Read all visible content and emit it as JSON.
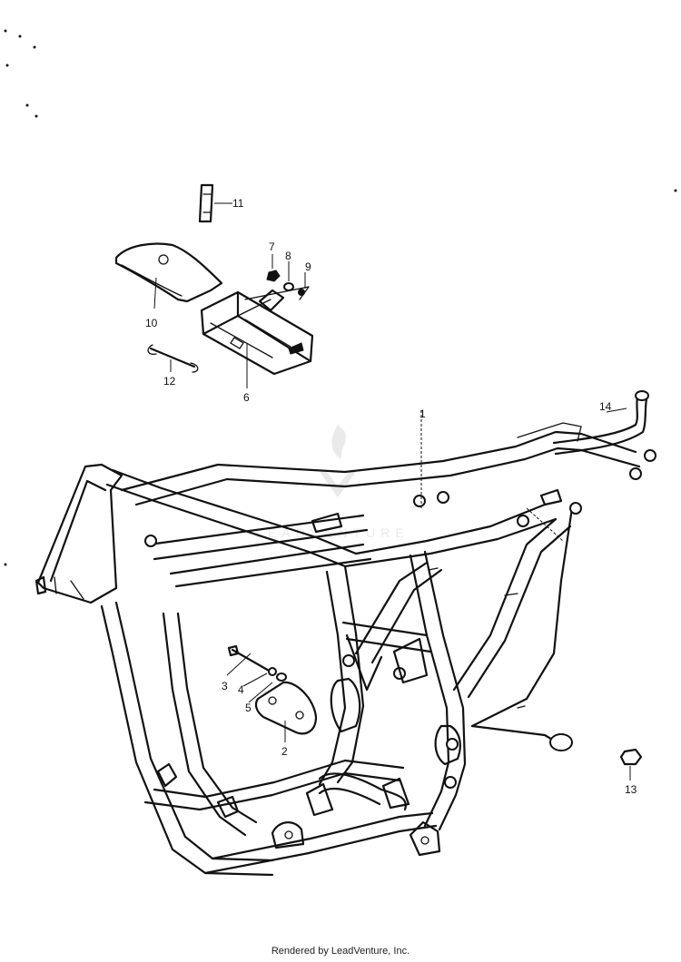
{
  "footer": {
    "text": "Rendered by LeadVenture, Inc."
  },
  "watermark": {
    "text": "LEADVENTURE"
  },
  "callouts": [
    {
      "id": "c1",
      "label": "1"
    },
    {
      "id": "c2",
      "label": "2"
    },
    {
      "id": "c3",
      "label": "3"
    },
    {
      "id": "c4",
      "label": "4"
    },
    {
      "id": "c5",
      "label": "5"
    },
    {
      "id": "c6",
      "label": "6"
    },
    {
      "id": "c7",
      "label": "7"
    },
    {
      "id": "c8",
      "label": "8"
    },
    {
      "id": "c9",
      "label": "9"
    },
    {
      "id": "c10",
      "label": "10"
    },
    {
      "id": "c11",
      "label": "11"
    },
    {
      "id": "c12",
      "label": "12"
    },
    {
      "id": "c13",
      "label": "13"
    },
    {
      "id": "c14",
      "label": "14"
    }
  ]
}
